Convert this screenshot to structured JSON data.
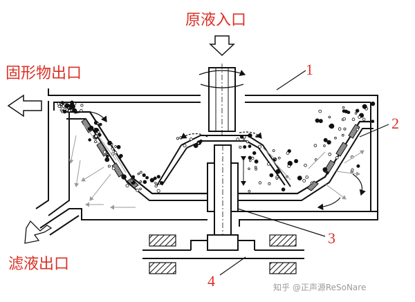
{
  "labels": {
    "feed_inlet": "原液入口",
    "solids_outlet": "固形物出口",
    "filtrate_outlet": "滤液出口",
    "n1": "1",
    "n2": "2",
    "n3": "3",
    "n4": "4"
  },
  "watermark": "知乎 @正声源ReSoNare",
  "colors": {
    "label": "#d93025",
    "line": "#111111",
    "screen": "#8c8c8c",
    "watermark": "#9a9a9a"
  },
  "icons": {
    "inlet_arrow": "down-arrow-icon",
    "solids_arrow": "left-arrow-icon",
    "filtrate_arrow": "down-left-arrow-icon",
    "watermark_logo": "zhihu-logo-icon"
  }
}
